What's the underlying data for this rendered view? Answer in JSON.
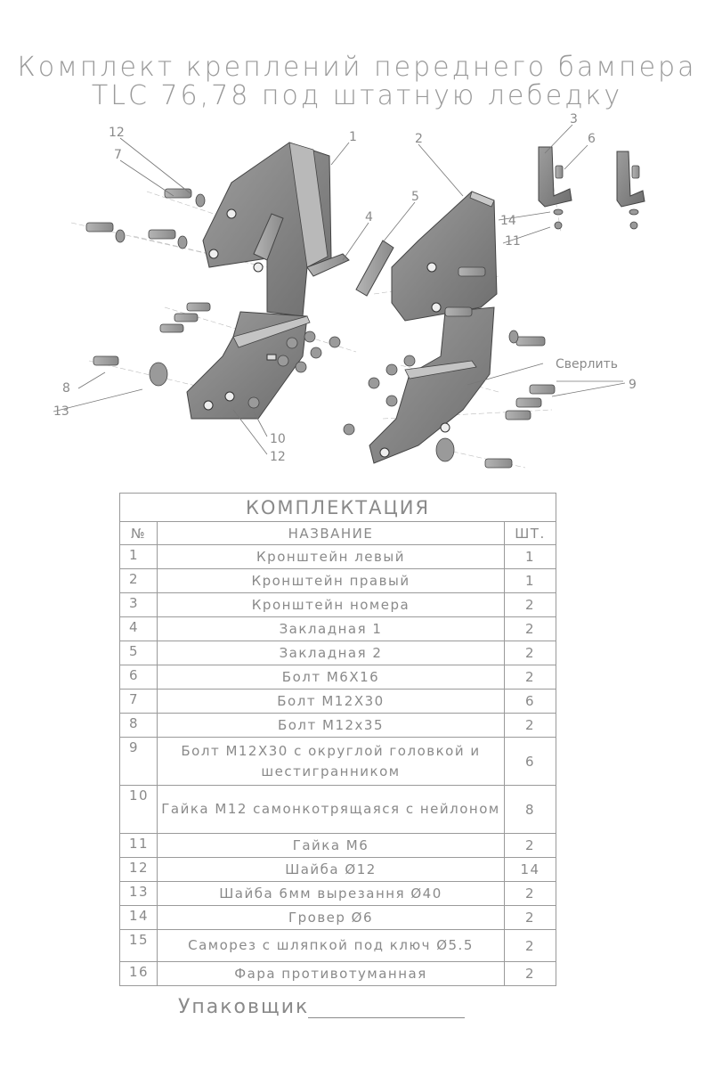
{
  "title": {
    "line1": "Комплект креплений переднего бампера",
    "line2": "TLC 76,78 под штатную лебедку"
  },
  "drawing": {
    "callouts": [
      "1",
      "2",
      "3",
      "4",
      "5",
      "6",
      "7",
      "8",
      "9",
      "10",
      "11",
      "12",
      "12",
      "13",
      "14"
    ],
    "drill_note": "Сверлить"
  },
  "table": {
    "caption": "КОМПЛЕКТАЦИЯ",
    "headers": {
      "num": "№",
      "name": "НАЗВАНИЕ",
      "qty": "ШТ."
    },
    "rows": [
      {
        "num": "1",
        "name": "Кронштейн левый",
        "qty": "1"
      },
      {
        "num": "2",
        "name": "Кронштейн правый",
        "qty": "1"
      },
      {
        "num": "3",
        "name": "Кронштейн номера",
        "qty": "2"
      },
      {
        "num": "4",
        "name": "Закладная 1",
        "qty": "2"
      },
      {
        "num": "5",
        "name": "Закладная 2",
        "qty": "2"
      },
      {
        "num": "6",
        "name": "Болт М6Х16",
        "qty": "2"
      },
      {
        "num": "7",
        "name": "Болт М12Х30",
        "qty": "6"
      },
      {
        "num": "8",
        "name": "Болт М12х35",
        "qty": "2"
      },
      {
        "num": "9",
        "name": "Болт М12Х30 с округлой головкой и шестигранником",
        "qty": "6"
      },
      {
        "num": "10",
        "name": "Гайка М12 самонкотрящаяся с нейлоном",
        "qty": "8"
      },
      {
        "num": "11",
        "name": "Гайка М6",
        "qty": "2"
      },
      {
        "num": "12",
        "name": "Шайба Ø12",
        "qty": "14"
      },
      {
        "num": "13",
        "name": "Шайба 6мм вырезання Ø40",
        "qty": "2"
      },
      {
        "num": "14",
        "name": "Гровер Ø6",
        "qty": "2"
      },
      {
        "num": "15",
        "name": "Саморез с шляпкой под ключ Ø5.5",
        "qty": "2"
      },
      {
        "num": "16",
        "name": "Фара противотуманная",
        "qty": "2"
      }
    ]
  },
  "footer": {
    "packer_label": "Упаковщик"
  }
}
